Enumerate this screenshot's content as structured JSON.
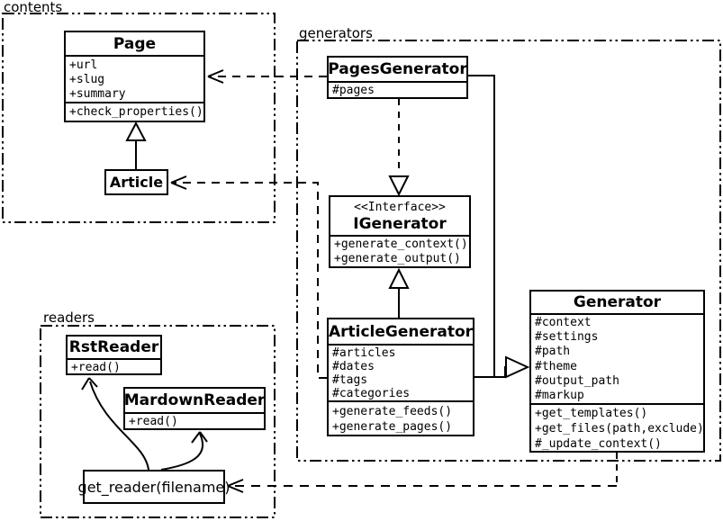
{
  "packages": {
    "contents": {
      "label": "contents"
    },
    "generators": {
      "label": "generators"
    },
    "readers": {
      "label": "readers"
    }
  },
  "classes": {
    "page": {
      "name": "Page",
      "attributes": [
        "+url",
        "+slug",
        "+summary"
      ],
      "methods": [
        "+check_properties()"
      ]
    },
    "article": {
      "name": "Article"
    },
    "pages_generator": {
      "name": "PagesGenerator",
      "attributes": [
        "#pages"
      ]
    },
    "igenerator": {
      "stereotype": "<<Interface>>",
      "name": "IGenerator",
      "methods": [
        "+generate_context()",
        "+generate_output()"
      ]
    },
    "article_generator": {
      "name": "ArticleGenerator",
      "attributes": [
        "#articles",
        "#dates",
        "#tags",
        "#categories"
      ],
      "methods": [
        "+generate_feeds()",
        "+generate_pages()"
      ]
    },
    "generator": {
      "name": "Generator",
      "attributes": [
        "#context",
        "#settings",
        "#path",
        "#theme",
        "#output_path",
        "#markup"
      ],
      "methods": [
        "+get_templates()",
        "+get_files(path,exclude)",
        "#_update_context()"
      ]
    },
    "rst_reader": {
      "name": "RstReader",
      "methods": [
        "+read()"
      ]
    },
    "mardown_reader": {
      "name": "MardownReader",
      "methods": [
        "+read()"
      ]
    },
    "get_reader": {
      "label": "get_reader(filename)"
    }
  },
  "relationships": [
    {
      "from": "Article",
      "to": "Page",
      "type": "generalization"
    },
    {
      "from": "PagesGenerator",
      "to": "Page",
      "type": "dependency"
    },
    {
      "from": "ArticleGenerator",
      "to": "Article",
      "type": "dependency"
    },
    {
      "from": "PagesGenerator",
      "to": "IGenerator",
      "type": "realization"
    },
    {
      "from": "ArticleGenerator",
      "to": "IGenerator",
      "type": "realization"
    },
    {
      "from": "PagesGenerator",
      "to": "Generator",
      "type": "generalization"
    },
    {
      "from": "ArticleGenerator",
      "to": "Generator",
      "type": "generalization"
    },
    {
      "from": "Generator",
      "to": "get_reader(filename)",
      "type": "dependency"
    },
    {
      "from": "get_reader(filename)",
      "to": "RstReader",
      "type": "dependency"
    },
    {
      "from": "get_reader(filename)",
      "to": "MardownReader",
      "type": "dependency"
    }
  ],
  "colors": {
    "line": "#000000",
    "background": "#ffffff",
    "box_fill": "#ffffff"
  }
}
